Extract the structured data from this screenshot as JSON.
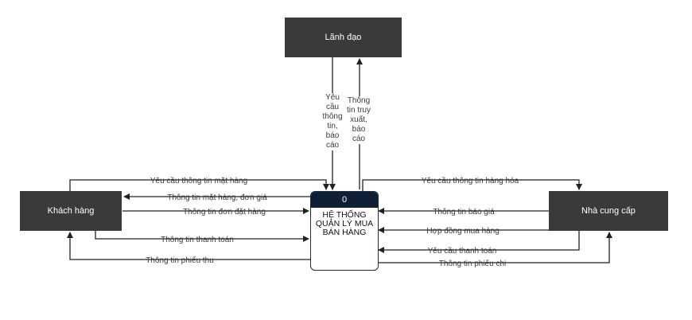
{
  "entities": {
    "leader": "Lãnh đạo",
    "customer": "Khách hàng",
    "supplier": "Nhà cung cấp"
  },
  "process": {
    "number": "0",
    "name": "Hệ thống quản lý mua bán hàng"
  },
  "flows": {
    "leader_request": "Yêu cầu thông tin, báo cáo",
    "leader_response": "Thông tin truy xuất, báo cáo",
    "customer": [
      "Yêu cầu thông tin mặt hàng",
      "Thông tin mặt hàng, đơn giá",
      "Thông tin đơn đặt hàng",
      "Thông tin thanh toán",
      "Thông tin phiếu thu"
    ],
    "supplier": [
      "Yêu cầu thông tin hàng hóa",
      "Thông tin báo giá",
      "Hợp đồng mua hàng",
      "Yêu cầu thanh toán",
      "Thông tin phiếu chi"
    ]
  },
  "colors": {
    "entity_fill": "#3a3a3a",
    "process_header": "#0f1f36",
    "line": "#222222"
  }
}
